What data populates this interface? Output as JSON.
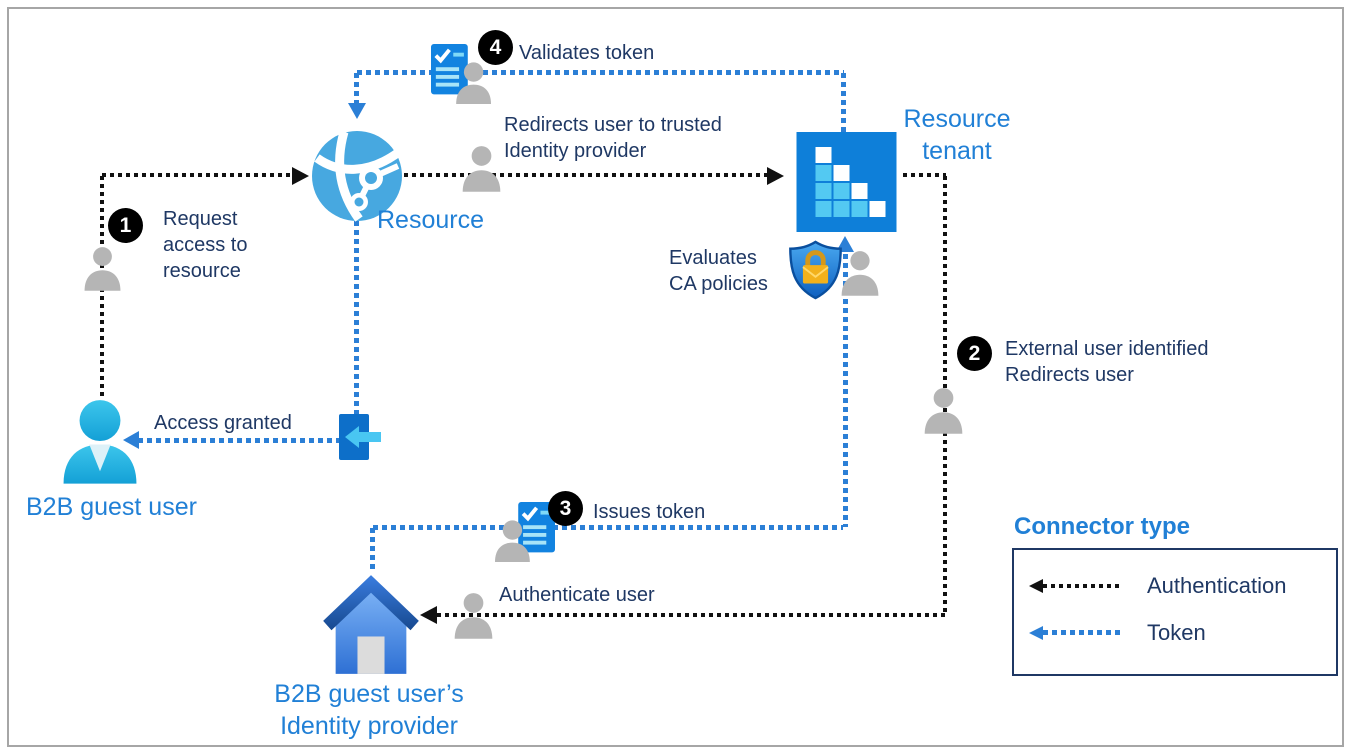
{
  "nodes": {
    "resource": {
      "label": "Resource"
    },
    "resource_tenant": {
      "label": "Resource\ntenant"
    },
    "b2b_guest_user": {
      "label": "B2B guest user"
    },
    "identity_provider": {
      "label": "B2B guest user’s\nIdentity provider"
    }
  },
  "steps": [
    {
      "num": "1",
      "label": "Request\naccess to\nresource"
    },
    {
      "num": "2",
      "label": "External user identified\nRedirects user"
    },
    {
      "num": "3",
      "label": "Issues token"
    },
    {
      "num": "4",
      "label": "Validates token"
    }
  ],
  "annotations": {
    "redirects": "Redirects user to trusted\nIdentity provider",
    "evaluates_ca": "Evaluates\nCA policies",
    "authenticate_user": "Authenticate user",
    "access_granted": "Access granted"
  },
  "legend": {
    "title": "Connector type",
    "items": [
      {
        "label": "Authentication",
        "line_color": "#111111"
      },
      {
        "label": "Token",
        "line_color": "#2b7fd6"
      }
    ]
  },
  "colors": {
    "label_blue": "#2180d6",
    "text_navy": "#1f3864",
    "auth_line": "#111111",
    "token_line": "#2b7fd6",
    "frame_border": "#a6a6a6",
    "tenant_blue": "#0e7fd9",
    "tenant_cyan": "#53c9f2",
    "globe_blue": "#47a8e0",
    "person_gray": "#b5b5b5",
    "guest_cyan": "#1fb0de",
    "lock_gold": "#f2b11c",
    "badge_black": "#000000"
  }
}
